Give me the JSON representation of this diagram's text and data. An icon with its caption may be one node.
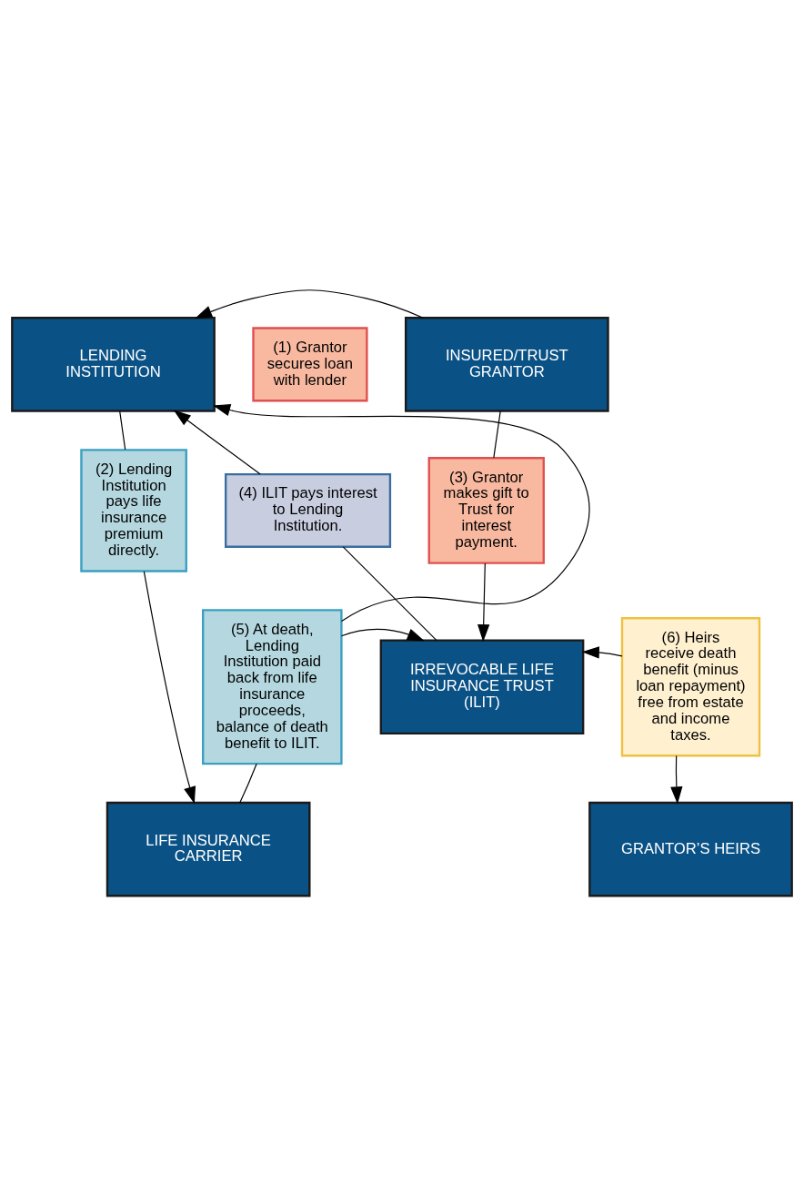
{
  "diagram": {
    "nodes": [
      {
        "text": [
          "LENDING INSTITUTION"
        ]
      },
      {
        "text": [
          "(1) Grantor secures loan with lender"
        ]
      },
      {
        "text": [
          "INSURED/TRUST GRANTOR"
        ]
      },
      {
        "text": [
          "(2) Lending Institution pays life insurance premium directly."
        ]
      },
      {
        "text": [
          "(3) Grantor makes gift to Trust for interest payment."
        ]
      },
      {
        "text": [
          "(4) ILIT pays interest to Lending Institution."
        ]
      },
      {
        "text": [
          "(5) At death, Lending Institution paid back from life insurance proceeds, balance of death benefit to ILIT."
        ]
      },
      {
        "text": [
          "IRREVOCABLE LIFE INSURANCE TRUST (ILIT)"
        ]
      },
      {
        "text": [
          "(6) Heirs receive death benefit (minus loan repayment) free from estate and income taxes."
        ]
      },
      {
        "text": [
          "LIFE INSURANCE CARRIER"
        ]
      },
      {
        "text": [
          "GRANTOR’S HEIRS"
        ]
      }
    ],
    "edges": [
      {
        "from": 2,
        "to": 0,
        "arrow": "to"
      },
      {
        "from": 0,
        "to": 3,
        "arrow": "none"
      },
      {
        "from": 3,
        "to": 9,
        "arrow": "to"
      },
      {
        "from": 2,
        "to": 4,
        "arrow": "none"
      },
      {
        "from": 4,
        "to": 7,
        "arrow": "to"
      },
      {
        "from": 7,
        "to": 5,
        "arrow": "none"
      },
      {
        "from": 5,
        "to": 0,
        "arrow": "to"
      },
      {
        "from": 9,
        "to": 6,
        "arrow": "none"
      },
      {
        "from": 6,
        "to": 0,
        "arrow": "to"
      },
      {
        "from": 6,
        "to": 7,
        "arrow": "to"
      },
      {
        "from": 8,
        "to": 7,
        "arrow": "to"
      },
      {
        "from": 8,
        "to": 10,
        "arrow": "to"
      }
    ]
  }
}
